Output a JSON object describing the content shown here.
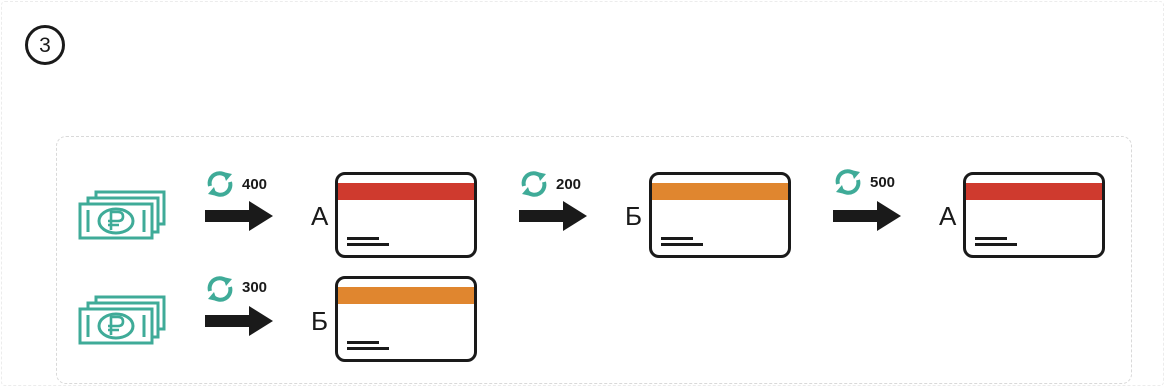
{
  "step": {
    "number": "3"
  },
  "colors": {
    "money": "#3fab98",
    "cycle": "#3fab98",
    "card_a_stripe": "#cf3a2e",
    "card_b_stripe": "#e0862f",
    "ink": "#1a1a1a"
  },
  "row1": {
    "amount1": "400",
    "card1_label": "А",
    "amount2": "200",
    "card2_label": "Б",
    "amount3": "500",
    "card3_label": "А"
  },
  "row2": {
    "amount1": "300",
    "card1_label": "Б"
  },
  "icons": {
    "money": "ruble-banknotes-icon",
    "cycle": "exchange-cycle-icon",
    "arrow": "right-arrow-icon"
  }
}
